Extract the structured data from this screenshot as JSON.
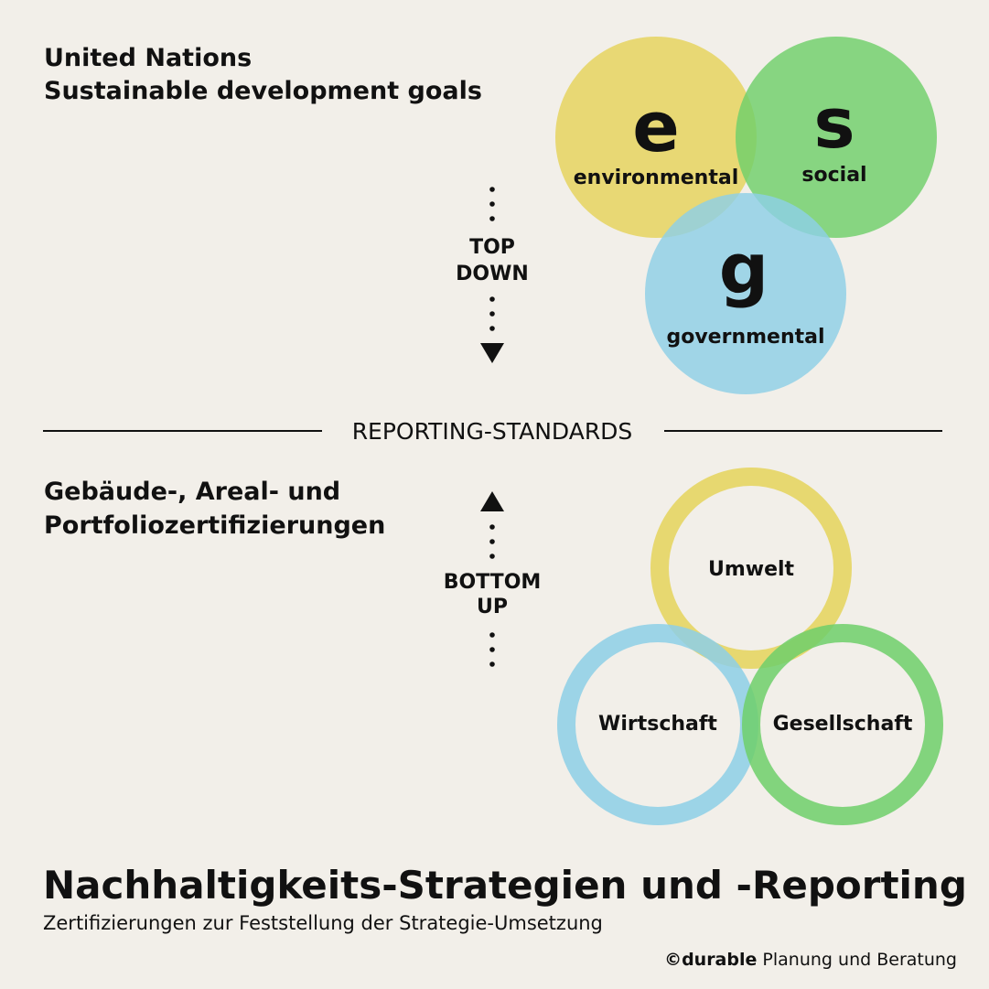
{
  "top": {
    "heading_line1": "United Nations",
    "heading_line2": "Sustainable development goals",
    "flow_label_line1": "TOP",
    "flow_label_line2": "DOWN"
  },
  "esg": {
    "circles": [
      {
        "letter": "e",
        "word": "environmental",
        "color": "#e5d35a"
      },
      {
        "letter": "s",
        "word": "social",
        "color": "#6fcf6a"
      },
      {
        "letter": "g",
        "word": "governmental",
        "color": "#8dcfe6"
      }
    ]
  },
  "divider": {
    "label": "REPORTING-STANDARDS"
  },
  "bottom": {
    "heading_line1": "Gebäude-, Areal- und",
    "heading_line2": "Portfoliozertifizierungen",
    "flow_label_line1": "BOTTOM",
    "flow_label_line2": "UP"
  },
  "rings": {
    "items": [
      {
        "label": "Umwelt",
        "color": "#e5d35a"
      },
      {
        "label": "Wirtschaft",
        "color": "#8dcfe6"
      },
      {
        "label": "Gesellschaft",
        "color": "#6fcf6a"
      }
    ]
  },
  "footer": {
    "title": "Nachhaltigkeits-Strategien und -Reporting",
    "subtitle": "Zertifizierungen zur Feststellung der Strategie-Umsetzung",
    "copyright_symbol": "©",
    "brand": "durable",
    "brand_suffix": " Planung und Beratung"
  }
}
